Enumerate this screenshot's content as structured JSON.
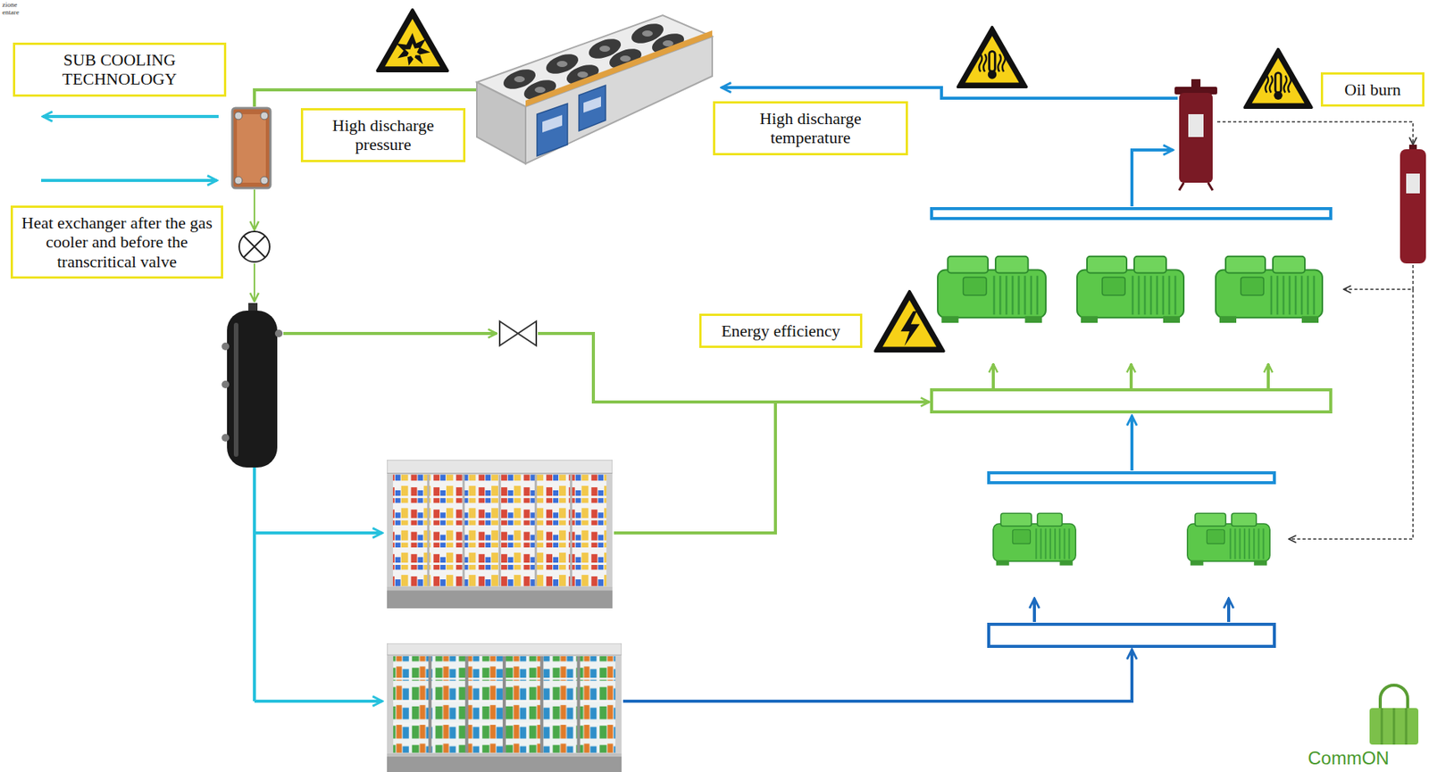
{
  "diagram": {
    "nodes": [
      {
        "text": [
          "SUB COOLING TECHNOLOGY"
        ]
      },
      {
        "text": [
          "High discharge pressure"
        ]
      },
      {
        "text": [
          "High discharge temperature"
        ]
      },
      {
        "text": [
          "Oil burn"
        ]
      },
      {
        "text": [
          "Heat exchanger after the gas cooler and before the transcritical valve"
        ]
      },
      {
        "text": [
          "Energy efficiency"
        ]
      }
    ],
    "labels": [
      "zione",
      "entare",
      "CommON"
    ]
  }
}
